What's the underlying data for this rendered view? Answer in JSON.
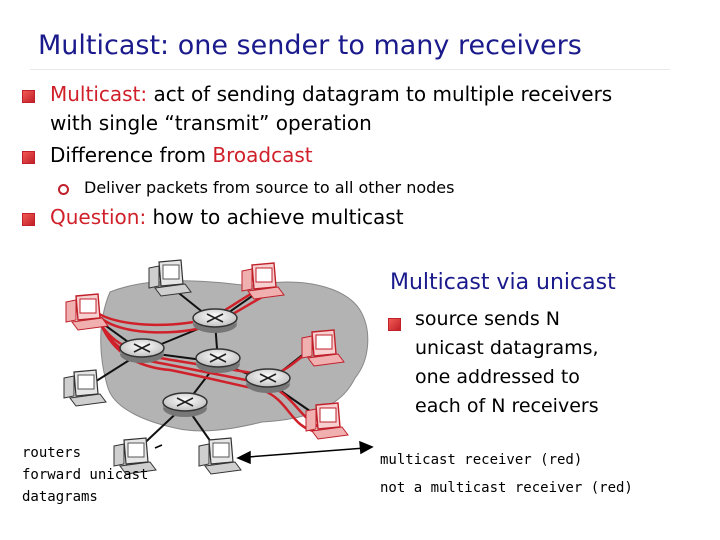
{
  "title": "Multicast: one sender to many receivers",
  "bullets": [
    {
      "prefix": "Multicast:",
      "text": " act of sending datagram to multiple receivers",
      "continuation": "with single “transmit” operation"
    },
    {
      "prefix": "Difference from ",
      "highlight": "Broadcast"
    },
    {
      "sub": "Deliver packets from source to all other nodes"
    },
    {
      "prefix": "Question:",
      "text": " how to achieve multicast"
    }
  ],
  "unicast_box": {
    "heading": "Multicast via unicast",
    "lines": [
      "source sends N",
      "unicast datagrams,",
      "one addressed to",
      "each of N receivers"
    ]
  },
  "labels": {
    "routers_note": [
      "routers",
      "forward unicast",
      "datagrams"
    ],
    "receiver_red": "multicast receiver (red)",
    "receiver_not": "not a multicast receiver (red)"
  },
  "colors": {
    "title": "#1a1a8c",
    "accent": "#d0202a",
    "cloud": "#b3b3b3"
  }
}
